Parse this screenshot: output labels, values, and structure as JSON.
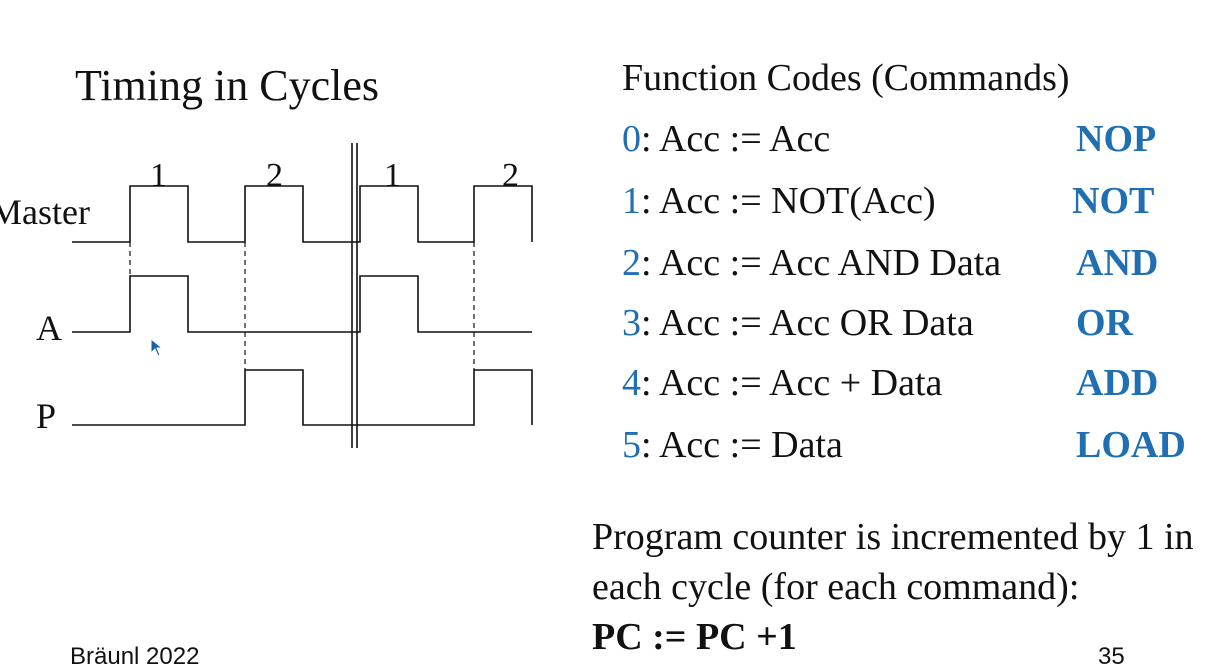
{
  "left": {
    "title": "Timing in Cycles",
    "signals": {
      "master": "Master",
      "a": "A",
      "p": "P"
    },
    "cycle_labels": [
      "1",
      "2",
      "1",
      "2"
    ]
  },
  "right": {
    "title": "Function Codes (Commands)",
    "codes": [
      {
        "num": "0",
        "expr": ": Acc := Acc",
        "mnemonic": "NOP"
      },
      {
        "num": "1",
        "expr": ": Acc := NOT(Acc)",
        "mnemonic": "NOT"
      },
      {
        "num": "2",
        "expr": ": Acc := Acc AND Data",
        "mnemonic": "AND"
      },
      {
        "num": "3",
        "expr": ": Acc := Acc OR Data",
        "mnemonic": "OR"
      },
      {
        "num": "4",
        "expr": ": Acc := Acc + Data",
        "mnemonic": "ADD"
      },
      {
        "num": "5",
        "expr": ": Acc := Data",
        "mnemonic": "LOAD"
      }
    ],
    "pc_text": "Program counter is incremented by 1 in each cycle (for each command):",
    "pc_formula": "PC := PC +1"
  },
  "footer": {
    "author": "Bräunl 2022",
    "page_number": "35"
  },
  "colors": {
    "accent": "#1f6fb2",
    "text": "#111111",
    "background": "#ffffff"
  }
}
